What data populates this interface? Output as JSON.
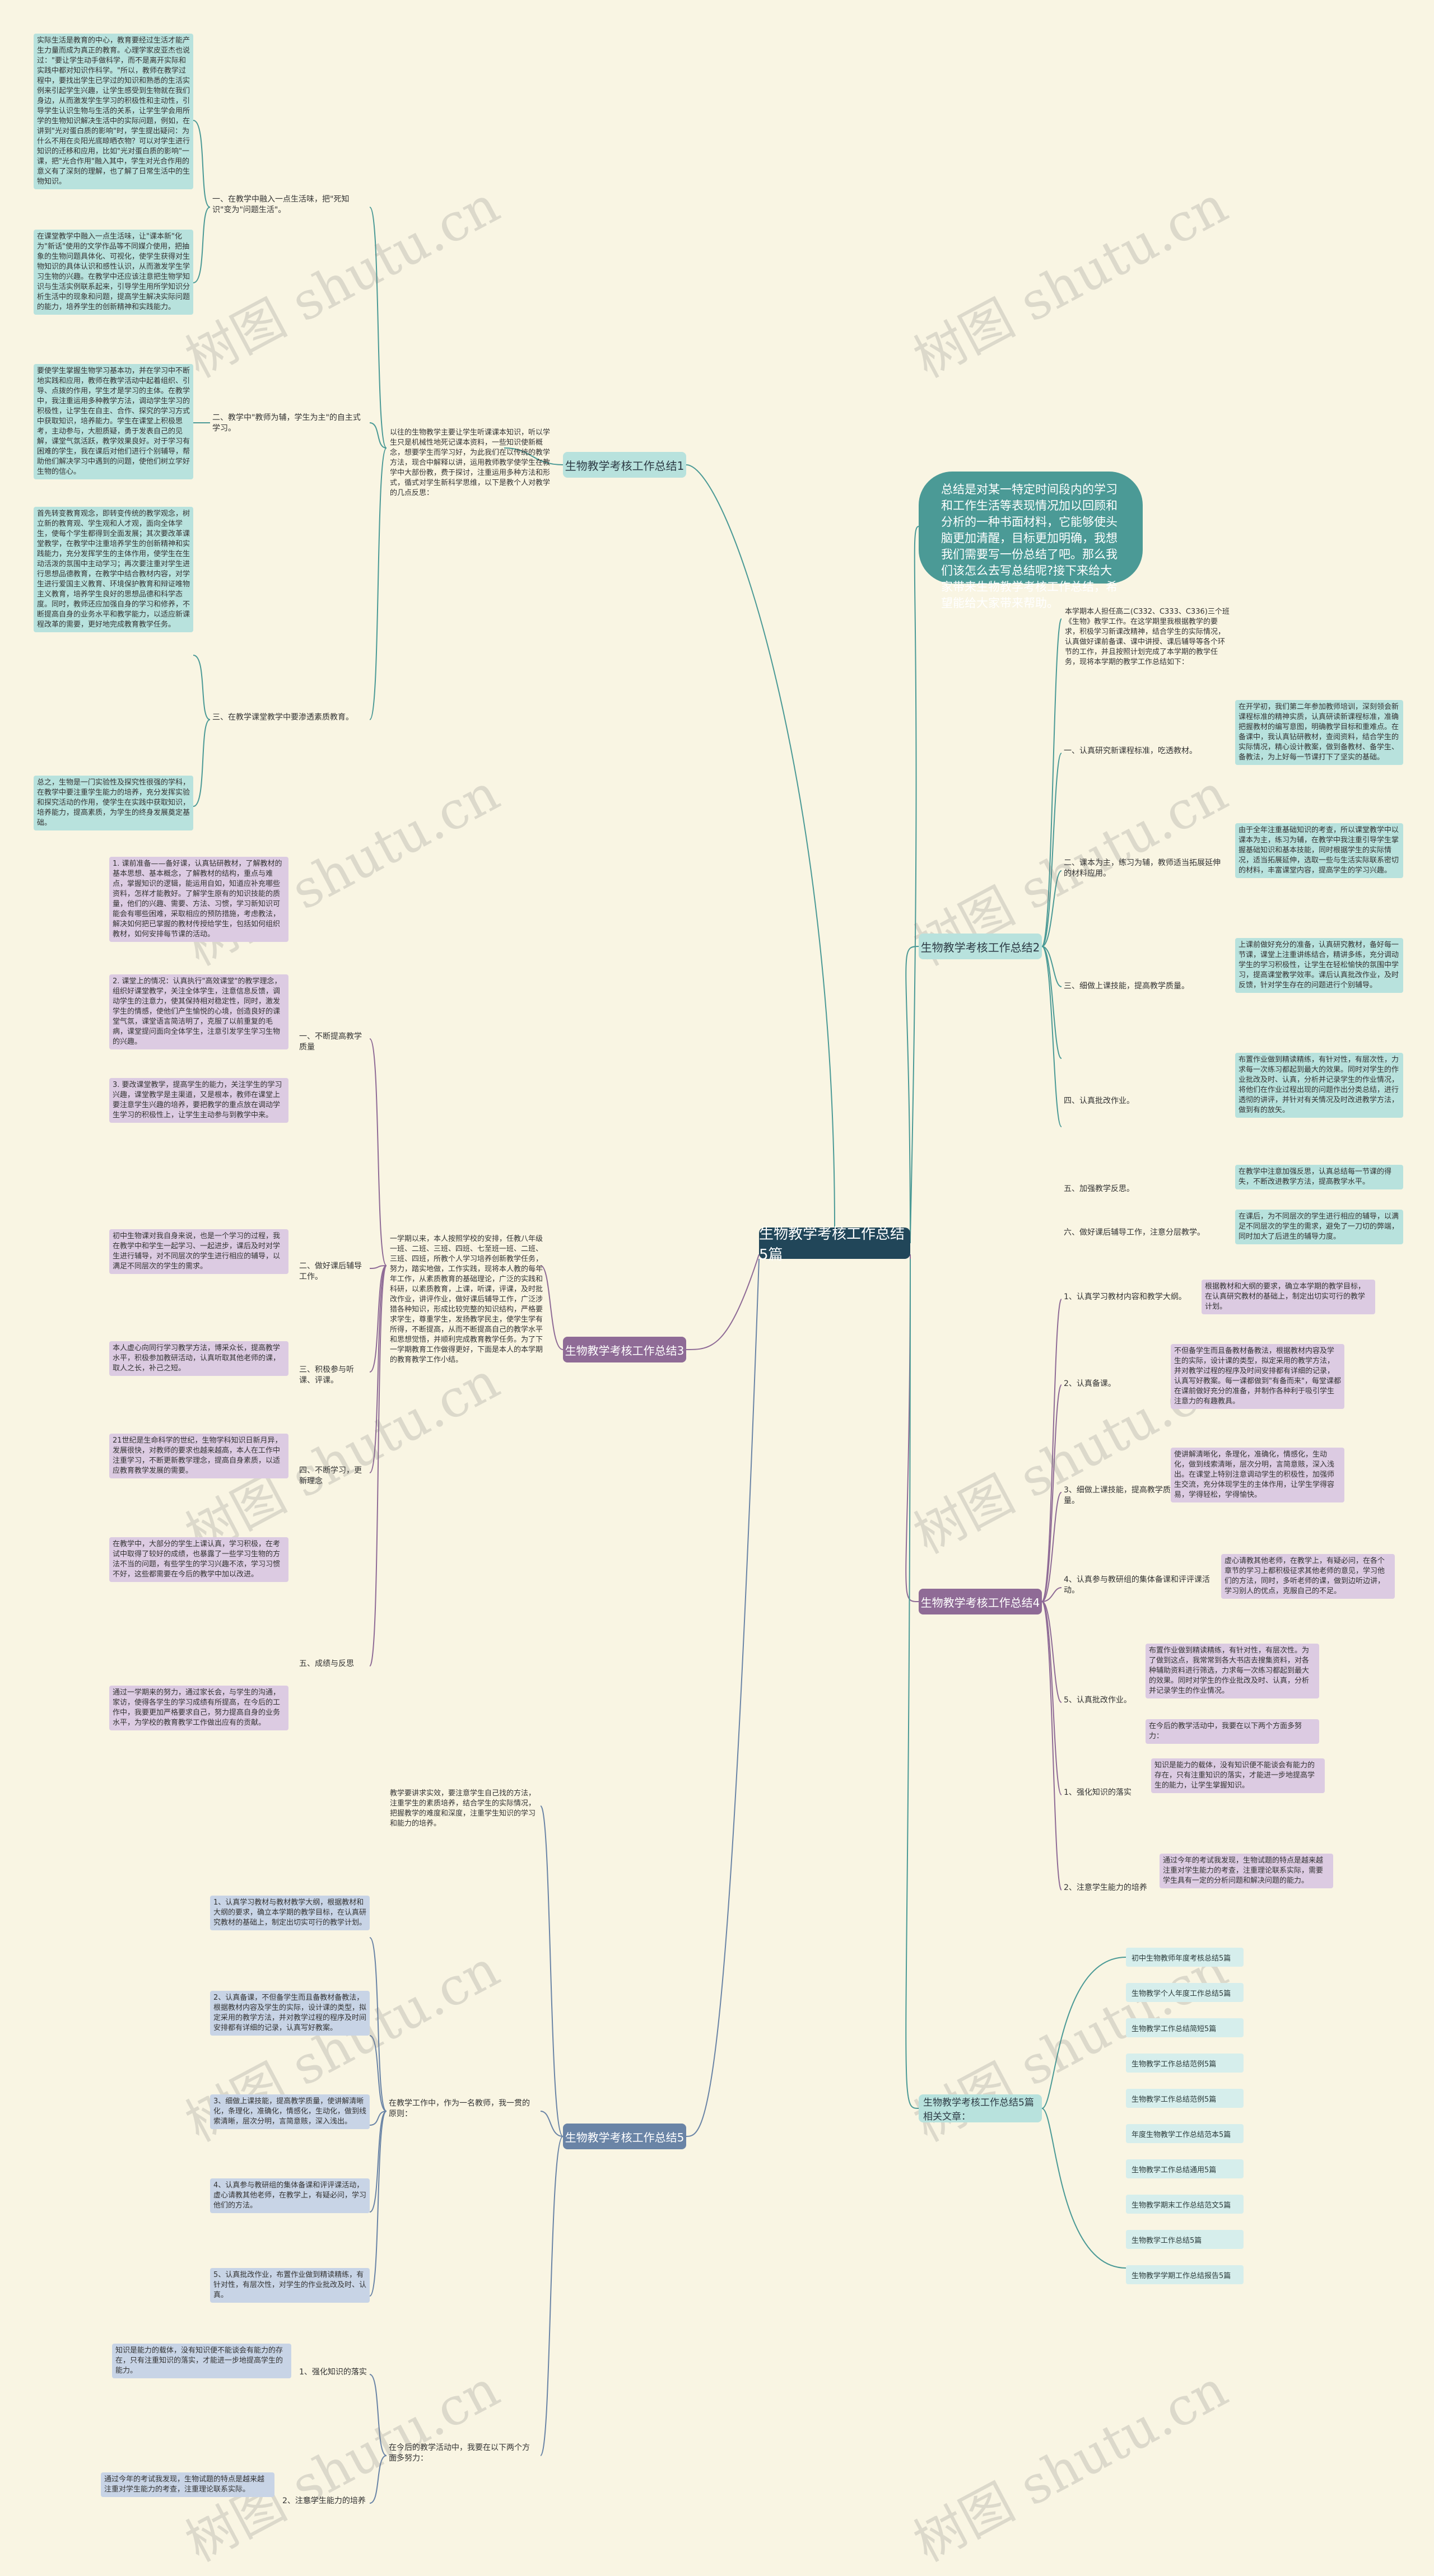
{
  "center": "生物教学考核工作总结5篇",
  "summary": "总结是对某一特定时间段内的学习和工作生活等表现情况加以回顾和分析的一种书面材料，它能够使头脑更加清醒，目标更加明确，我想我们需要写一份总结了吧。那么我们该怎么去写总结呢?接下来给大家带来生物教学考核工作总结，希望能给大家带来帮助。",
  "watermark": "树图 shutu.cn",
  "branches": {
    "b1": {
      "title": "生物教学考核工作总结1",
      "intro": "以往的生物教学主要让学生听课课本知识，听以学生只是机械性地死记课本资料，一些知识使新概念，想要学生而学习好，为此我们在以传统的教学方法，现合中解释以讲，运用教师教学使学生在教学中大部份教，费于探讨，注重运用多种方法和形式，循式对学生新科学思维，以下是教个人对教学的几点反思：",
      "s1": "一、在教学中融入一点生活味，把\"死知识\"变为\"问题生活\"。",
      "t1": "实际生活是教育的中心，教育要经过生活才能产生力量而成为真正的教育。心理学家皮亚杰也说过：\"要让学生动手做科学，而不是离开实际和实践中都对知识作科学。\"所以，教师在教学过程中，要找出学生已学过的知识和熟悉的生活实例来引起学生兴趣，让学生感受到生物就在我们身边，从而激发学生学习的积极性和主动性，引导学生认识生物与生活的关系，让学生学会用所学的生物知识解决生活中的实际问题，例如，在讲到\"光对蛋白质的影响\"时，学生提出疑问：为什么不用在炎阳光底晾晒衣物？可以对学生进行知识的迁移和应用，比如\"光对蛋白质的影响\"一课，把\"光合作用\"融入其中，学生对光合作用的意义有了深刻的理解，也了解了日常生活中的生物知识。",
      "t1b": "在课堂教学中融入一点生活味，让\"课本新\"化为\"新话\"使用的文学作品等不同媒介使用，把抽象的生物问题具体化、可视化，使学生获得对生物知识的具体认识和感性认识，从而激发学生学习生物的兴趣。在教学中还应该注意把生物学知识与生活实例联系起来，引导学生用所学知识分析生活中的现象和问题，提高学生解决实际问题的能力，培养学生的创新精神和实践能力。",
      "s2": "二、教学中\"教师为辅，学生为主\"的自主式学习。",
      "t2": "要使学生掌握生物学习基本功，并在学习中不断地实践和应用，教师在教学活动中起着组织、引导、点拨的作用，学生才是学习的主体。在教学中，我注重运用多种教学方法，调动学生学习的积极性，让学生在自主、合作、探究的学习方式中获取知识，培养能力。学生在课堂上积极思考，主动参与，大胆质疑，勇于发表自己的见解，课堂气氛活跃，教学效果良好。对于学习有困难的学生，我在课后对他们进行个别辅导，帮助他们解决学习中遇到的问题，使他们树立学好生物的信心。",
      "s3": "三、在教学课堂教学中要渗透素质教育。",
      "t3": "首先转变教育观念，即转变传统的教学观念，树立新的教育观、学生观和人才观，面向全体学生，使每个学生都得到全面发展；其次要改革课堂教学，在教学中注重培养学生的创新精神和实践能力，充分发挥学生的主体作用，使学生在生动活泼的氛围中主动学习；再次要注重对学生进行思想品德教育，在教学中结合教材内容，对学生进行爱国主义教育、环境保护教育和辩证唯物主义教育，培养学生良好的思想品德和科学态度。同时，教师还应加强自身的学习和修养，不断提高自身的业务水平和教学能力，以适应新课程改革的需要，更好地完成教育教学任务。",
      "t3b": "总之，生物是一门实验性及探究性很强的学科，在教学中要注重学生能力的培养，充分发挥实验和探究活动的作用，使学生在实践中获取知识，培养能力，提高素质，为学生的终身发展奠定基础。"
    },
    "b2": {
      "title": "生物教学考核工作总结2",
      "intro": "本学期本人担任高二(C332、C333、C336)三个班《生物》教学工作。在这学期里我根据教学的要求，积极学习新课改精神，结合学生的实际情况，认真做好课前备课、课中讲授、课后辅导等各个环节的工作，并且按照计划完成了本学期的教学任务，现将本学期的教学工作总结如下：",
      "s1": "一、认真研究新课程标准，吃透教材。",
      "t1": "在开学初，我们第二年参加教师培训，深刻领会新课程标准的精神实质，认真研读新课程标准，准确把握教材的编写意图，明确教学目标和重难点。在备课中，我认真钻研教材，查阅资料，结合学生的实际情况，精心设计教案，做到备教材、备学生、备教法，为上好每一节课打下了坚实的基础。",
      "s2": "二、课本为主，练习为辅，教师适当拓展延伸的材料应用。",
      "t2": "由于全年注重基础知识的考查，所以课堂教学中以课本为主，练习为辅，在教学中我注重引导学生掌握基础知识和基本技能，同时根据学生的实际情况，适当拓展延伸，选取一些与生活实际联系密切的材料，丰富课堂内容，提高学生的学习兴趣。",
      "s3": "三、细做上课技能，提高教学质量。",
      "t3": "上课前做好充分的准备，认真研究教材，备好每一节课，课堂上注重讲练结合，精讲多练，充分调动学生的学习积极性，让学生在轻松愉快的氛围中学习，提高课堂教学效率。课后认真批改作业，及时反馈，针对学生存在的问题进行个别辅导。",
      "s4": "四、认真批改作业。",
      "t4": "布置作业做到精读精练，有针对性，有层次性，力求每一次练习都起到最大的效果。同时对学生的作业批改及时、认真，分析并记录学生的作业情况，将他们在作业过程出现的问题作出分类总结，进行透彻的讲评，并针对有关情况及时改进教学方法，做到有的放矢。",
      "s5": "五、加强教学反思。",
      "t5": "在教学中注意加强反思，认真总结每一节课的得失，不断改进教学方法，提高教学水平。",
      "s6": "六、做好课后辅导工作，注意分层教学。",
      "t6": "在课后，为不同层次的学生进行相应的辅导，以满足不同层次的学生的需求，避免了一刀切的弊端，同时加大了后进生的辅导力度。"
    },
    "b3": {
      "title": "生物教学考核工作总结3",
      "intro": "一学期以来，本人按照学校的安排，任教八年级一班、二班、三班、四班、七至班一班、二班、三班、四班，所教个人学习培养创新教学任务，努力，踏实地做，工作实践，现将本人教的每年年工作，从素质教育的基础理论，广泛的实践和科研，以素质教育，上课，听课，评课，及时批改作业，讲评作业，做好课后辅导工作，广泛涉猎各种知识，形成比较完整的知识结构，严格要求学生，尊重学生，发扬教学民主，使学生学有所得，不断提高，从而不断提高自己的教学水平和思想觉悟，并顺利完成教育教学任务。为了下一学期教育工作做得更好，下面是本人的本学期的教育教学工作小结。",
      "s1": "一、不断提高教学质量",
      "t1a": "1. 课前准备——备好课，认真钻研教材，了解教材的基本思想、基本概念，了解教材的结构，重点与难点，掌握知识的逻辑，能运用自如，知道应补充哪些资料，怎样才能教好。了解学生原有的知识技能的质量，他们的兴趣、需要、方法、习惯，学习新知识可能会有哪些困难，采取相应的预防措施，考虑教法，解决如何把已掌握的教材传授给学生，包括如何组织教材，如何安排每节课的活动。",
      "t1b": "2. 课堂上的情况：认真执行\"高效课堂\"的教学理念，组织好课堂教学，关注全体学生，注意信息反馈，调动学生的注意力，使其保持相对稳定性，同时，激发学生的情感，使他们产生愉悦的心境，创造良好的课堂气氛，课堂语言简洁明了，克服了以前重复的毛病，课堂提问面向全体学生，注意引发学生学习生物的兴趣。",
      "t1c": "3. 要改课堂教学，提高学生的能力，关注学生的学习兴趣，课堂教学是主渠道，又是根本，教师在课堂上要注意学生兴趣的培养，要把教学的重点放在调动学生学习的积极性上，让学生主动参与到教学中来。",
      "s2": "二、做好课后辅导工作。",
      "t2": "初中生物课对我自身来说，也是一个学习的过程，我在教学中和学生一起学习、一起进步，课后及时对学生进行辅导，对不同层次的学生进行相应的辅导，以满足不同层次的学生的需求。",
      "s3": "三、积极参与听课、评课。",
      "t3": "本人虚心向同行学习教学方法，博采众长，提高教学水平，积极参加教研活动，认真听取其他老师的课，取人之长，补己之短。",
      "s4": "四、不断学习，更新理念",
      "t4": "21世纪是生命科学的世纪，生物学科知识日新月异，发展很快，对教师的要求也越来越高，本人在工作中注重学习，不断更新教学理念，提高自身素质，以适应教育教学发展的需要。",
      "s5": "五、成绩与反思",
      "t5a": "在教学中，大部分的学生上课认真，学习积极，在考试中取得了较好的成绩，也暴露了一些学习生物的方法不当的问题，有些学生的学习兴趣不浓，学习习惯不好，这些都需要在今后的教学中加以改进。",
      "t5b": "通过一学期来的努力，通过家长会，与学生的沟通，家访，使得各学生的学习成绩有所提高，在今后的工作中，我要更加严格要求自己，努力提高自身的业务水平，为学校的教育教学工作做出应有的贡献。"
    },
    "b4": {
      "title": "生物教学考核工作总结4",
      "s1": "1、认真学习教材内容和教学大纲。",
      "t1": "根据教材和大纲的要求，确立本学期的教学目标，在认真研究教材的基础上，制定出切实可行的教学计划。",
      "s2": "2、认真备课。",
      "t2": "不但备学生而且备教材备教法，根据教材内容及学生的实际，设计课的类型，拟定采用的教学方法，并对教学过程的程序及时间安排都有详细的记录，认真写好教案。每一课都做到\"有备而来\"，每堂课都在课前做好充分的准备，并制作各种利于吸引学生注意力的有趣教具。",
      "s3": "3、细做上课技能，提高教学质量。",
      "t3": "使讲解清晰化，条理化，准确化，情感化，生动化，做到线索清晰，层次分明，言简意赅，深入浅出。在课堂上特别注意调动学生的积极性，加强师生交流，充分体现学生的主体作用，让学生学得容易，学得轻松，学得愉快。",
      "s4": "4、认真参与教研组的集体备课和评评课活动。",
      "t4": "虚心请教其他老师，在教学上，有疑必问，在各个章节的学习上都积极征求其他老师的意见，学习他们的方法，同时，多听老师的课，做到边听边讲，学习别人的优点，克服自己的不足。",
      "s5": "5、认真批改作业。",
      "t5": "布置作业做到精读精练，有针对性，有层次性。为了做到这点，我常常到各大书店去搜集资料，对各种辅助资料进行筛选，力求每一次练习都起到最大的效果。同时对学生的作业批改及时、认真，分析并记录学生的作业情况。",
      "t5b": "在今后的教学活动中，我要在以下两个方面多努力：",
      "s6": "1、强化知识的落实",
      "t6": "知识是能力的载体，没有知识便不能谈会有能力的存在，只有注重知识的落实，才能进一步地提高学生的能力，让学生掌握知识。",
      "s7": "2、注意学生能力的培养",
      "t7": "通过今年的考试我发现，生物试题的特点是越来越注重对学生能力的考查，注重理论联系实际，需要学生具有一定的分析问题和解决问题的能力。"
    },
    "b5": {
      "title": "生物教学考核工作总结5",
      "intro": "教学要讲求实效，要注意学生自己找的方法，注重学生的素质培养，结合学生的实际情况，把握教学的难度和深度，注重学生知识的学习和能力的培养。",
      "lead": "在教学工作中，作为一名教师，我一贯的原则：",
      "t1": "1、认真学习教材与教材教学大纲，根据教材和大纲的要求，确立本学期的教学目标，在认真研究教材的基础上，制定出切实可行的教学计划。",
      "t2": "2、认真备课，不但备学生而且备教材备教法，根据教材内容及学生的实际，设计课的类型，拟定采用的教学方法，并对教学过程的程序及时间安排都有详细的记录，认真写好教案。",
      "t3": "3、细做上课技能，提高教学质量，使讲解清晰化，条理化，准确化，情感化，生动化，做到线索清晰，层次分明，言简意赅，深入浅出。",
      "t4": "4、认真参与教研组的集体备课和评评课活动，虚心请教其他老师，在教学上，有疑必问，学习他们的方法。",
      "t5": "5、认真批改作业，布置作业做到精读精练，有针对性，有层次性，对学生的作业批改及时、认真。",
      "lead2": "在今后的教学活动中，我要在以下两个方面多努力：",
      "s6": "1、强化知识的落实",
      "t6": "知识是能力的载体，没有知识便不能谈会有能力的存在，只有注重知识的落实，才能进一步地提高学生的能力。",
      "s7": "2、注意学生能力的培养",
      "t7": "通过今年的考试我发现，生物试题的特点是越来越注重对学生能力的考查，注重理论联系实际。"
    },
    "related": {
      "title": "生物教学考核工作总结5篇相关文章：",
      "items": [
        "初中生物教师年度考核总结5篇",
        "生物教学个人年度工作总结5篇",
        "生物教学工作总结简短5篇",
        "生物教学工作总结范例5篇",
        "生物教学工作总结范例5篇",
        "年度生物教学工作总结范本5篇",
        "生物教学工作总结通用5篇",
        "生物教学期末工作总结范文5篇",
        "生物教学工作总结5篇",
        "生物教学学期工作总结报告5篇"
      ]
    }
  }
}
